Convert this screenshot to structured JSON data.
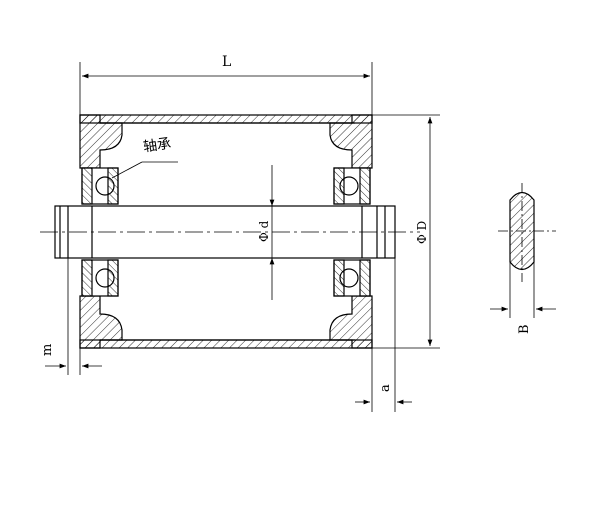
{
  "labels": {
    "length": "L",
    "bearing": "轴承",
    "shaft_diameter": "Φ d",
    "outer_diameter": "Φ D",
    "flat_width": "B",
    "shaft_extension": "a",
    "end_gap": "m"
  }
}
